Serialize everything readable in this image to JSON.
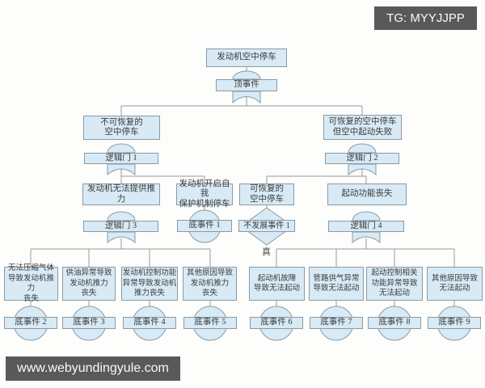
{
  "overlays": {
    "tg_label": "TG: MYYJJPP",
    "site_watermark": "www.webyundingyule.com"
  },
  "colors": {
    "box_fill": "#d7eaf5",
    "box_border": "#8b9aa5",
    "connector": "#999999",
    "overlay_bg": "#595959",
    "text": "#3a3a3a"
  },
  "nodes": {
    "top_event": {
      "lines": [
        "发动机空中停车"
      ]
    },
    "top_gate": {
      "label": "顶事件"
    },
    "unrecoverable": {
      "lines": [
        "不可恢复的",
        "空中停车"
      ]
    },
    "gate1": {
      "label": "逻辑门 1"
    },
    "recoverable_restart_fail": {
      "lines": [
        "可恢复的空中停车",
        "但空中起动失败"
      ]
    },
    "gate2": {
      "label": "逻辑门 2"
    },
    "no_thrust": {
      "lines": [
        "发动机无法提供推力"
      ]
    },
    "gate3": {
      "label": "逻辑门 3"
    },
    "self_protect": {
      "lines": [
        "发动机开启自我",
        "保护机制停车"
      ]
    },
    "basic1": {
      "label": "底事件 1"
    },
    "recoverable": {
      "lines": [
        "可恢复的",
        "空中停车"
      ]
    },
    "undeveloped1": {
      "label": "不发展事件 1",
      "note": "真"
    },
    "start_loss": {
      "lines": [
        "起动功能丧失"
      ]
    },
    "gate4": {
      "label": "逻辑门 4"
    },
    "cause2": {
      "lines": [
        "无法压缩气体",
        "导致发动机推力",
        "丧失"
      ]
    },
    "basic2": {
      "label": "底事件 2"
    },
    "cause3": {
      "lines": [
        "供油异常导致",
        "发动机推力",
        "丧失"
      ]
    },
    "basic3": {
      "label": "底事件 3"
    },
    "cause4": {
      "lines": [
        "发动机控制功能",
        "异常导致发动机",
        "推力丧失"
      ]
    },
    "basic4": {
      "label": "底事件 4"
    },
    "cause5": {
      "lines": [
        "其他原因导致",
        "发动机推力",
        "丧失"
      ]
    },
    "basic5": {
      "label": "底事件 5"
    },
    "cause6": {
      "lines": [
        "起动机故障",
        "导致无法起动"
      ]
    },
    "basic6": {
      "label": "底事件 6"
    },
    "cause7": {
      "lines": [
        "管路供气异常",
        "导致无法起动"
      ]
    },
    "basic7": {
      "label": "底事件 7"
    },
    "cause8": {
      "lines": [
        "起动控制相关",
        "功能异常导致",
        "无法起动"
      ]
    },
    "basic8": {
      "label": "底事件 8"
    },
    "cause9": {
      "lines": [
        "其他原因导致",
        "无法起动"
      ]
    },
    "basic9": {
      "label": "底事件 9"
    }
  }
}
